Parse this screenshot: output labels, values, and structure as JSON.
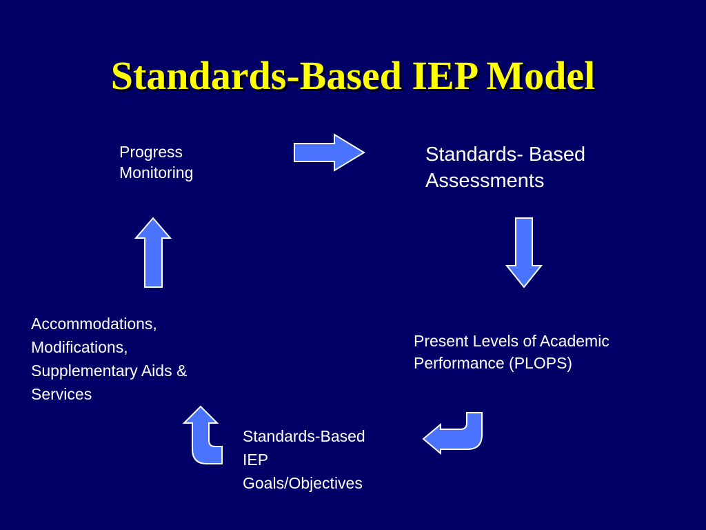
{
  "title": "Standards-Based IEP Model",
  "colors": {
    "background": "#010066",
    "title": "#ffff00",
    "text": "#ffffff",
    "arrow_fill": "#4a74ff",
    "arrow_stroke": "#ffffff"
  },
  "steps": {
    "progress_monitoring": [
      "Progress",
      "Monitoring"
    ],
    "assessments": [
      "Standards- Based",
      "Assessments"
    ],
    "plops": [
      "Present Levels of Academic",
      "Performance (PLOPS)"
    ],
    "goals": [
      "Standards-Based",
      "IEP",
      "Goals/Objectives"
    ],
    "accommodations": [
      "Accommodations,",
      "Modifications,",
      "Supplementary Aids &",
      "Services"
    ]
  },
  "arrows": [
    {
      "name": "arrow-right-icon",
      "direction": "right"
    },
    {
      "name": "arrow-down-icon",
      "direction": "down"
    },
    {
      "name": "arrow-curved-left-icon",
      "direction": "curved-left"
    },
    {
      "name": "arrow-curved-up-icon",
      "direction": "curved-up"
    },
    {
      "name": "arrow-up-icon",
      "direction": "up"
    }
  ]
}
